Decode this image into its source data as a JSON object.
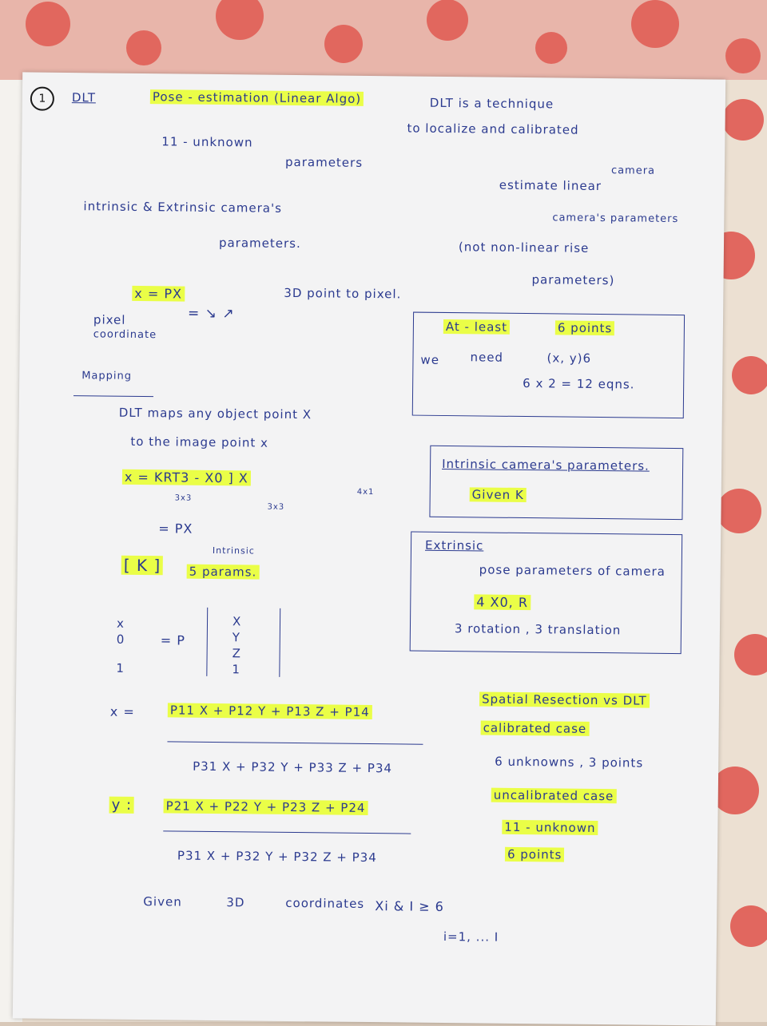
{
  "colors": {
    "ink": "#2b3a8f",
    "highlight": "#e8ff28",
    "paper": "#f3f3f4",
    "cloth_red": "#e0564f",
    "cloth_cream": "#f0e6da"
  },
  "header": {
    "number": "1",
    "dlt": "DLT",
    "title": "Pose - estimation (Linear Algo)",
    "def1": "DLT  is  a  technique",
    "def2": "to localize and calibrated",
    "def3": "camera",
    "def4": "estimate linear",
    "unknowns": "11 -  unknown",
    "unknowns2": "parameters"
  },
  "intro": {
    "line1": "intrinsic & Extrinsic camera's",
    "line2": "parameters.",
    "right1": "camera's parameters",
    "right2": "(not  non-linear  rise",
    "right3": "parameters)"
  },
  "projection": {
    "eq": "x = PX",
    "desc": "3D point  to  pixel.",
    "arrows": "=  ↘     ↗",
    "pixel1": "pixel",
    "pixel2": "coordinate"
  },
  "box1": {
    "line1": "At - least",
    "line1b": "6 points",
    "line2a": "we",
    "line2b": "need",
    "line2c": "(x, y)6",
    "line3": "6 x 2 = 12 eqns."
  },
  "mapping": {
    "label": "Mapping",
    "line1": "DLT maps   any object point X",
    "line2": "to the image point x",
    "eq1": "x = KRT3 - X0 ] X",
    "eq1_sub1": "3x3",
    "eq1_sub2": "3x3",
    "eq1_sub3": "4x1",
    "eq2": "= PX",
    "k_bracket": "[ K ]",
    "intrinsic_small": "Intrinsic",
    "five_params": "5 params."
  },
  "box2": {
    "title": "Intrinsic camera's parameters.",
    "given": "Given  K"
  },
  "box3": {
    "title": "Extrinsic",
    "line1": "pose parameters of camera",
    "line2": "4   X0, R",
    "line3": "3 rotation ,  3 translation"
  },
  "matrix": {
    "left": [
      "x",
      "0",
      "1"
    ],
    "eq": "= P",
    "entries": [
      "X",
      "Y",
      "Z",
      "1"
    ]
  },
  "x_eq": {
    "lhs": "x =",
    "num": "P11 X + P12 Y + P13 Z + P14",
    "den": "P31 X + P32 Y + P33 Z + P34"
  },
  "y_eq": {
    "lhs": "y :",
    "num": "P21 X + P22 Y + P23 Z + P24",
    "den": "P31 X + P32 Y + P32 Z + P34"
  },
  "spatial": {
    "title": "Spatial Resection vs DLT",
    "calibrated": "calibrated case",
    "cal_detail": "6 unknowns ,  3 points",
    "uncalibrated": "uncalibrated case",
    "unc_detail1": "11 - unknown",
    "unc_detail2": "6 points"
  },
  "footer": {
    "line1a": "Given",
    "line1b": "3D",
    "line1c": "coordinates",
    "line1d": "Xi & I ≥ 6",
    "line2": "i=1, ... I"
  }
}
